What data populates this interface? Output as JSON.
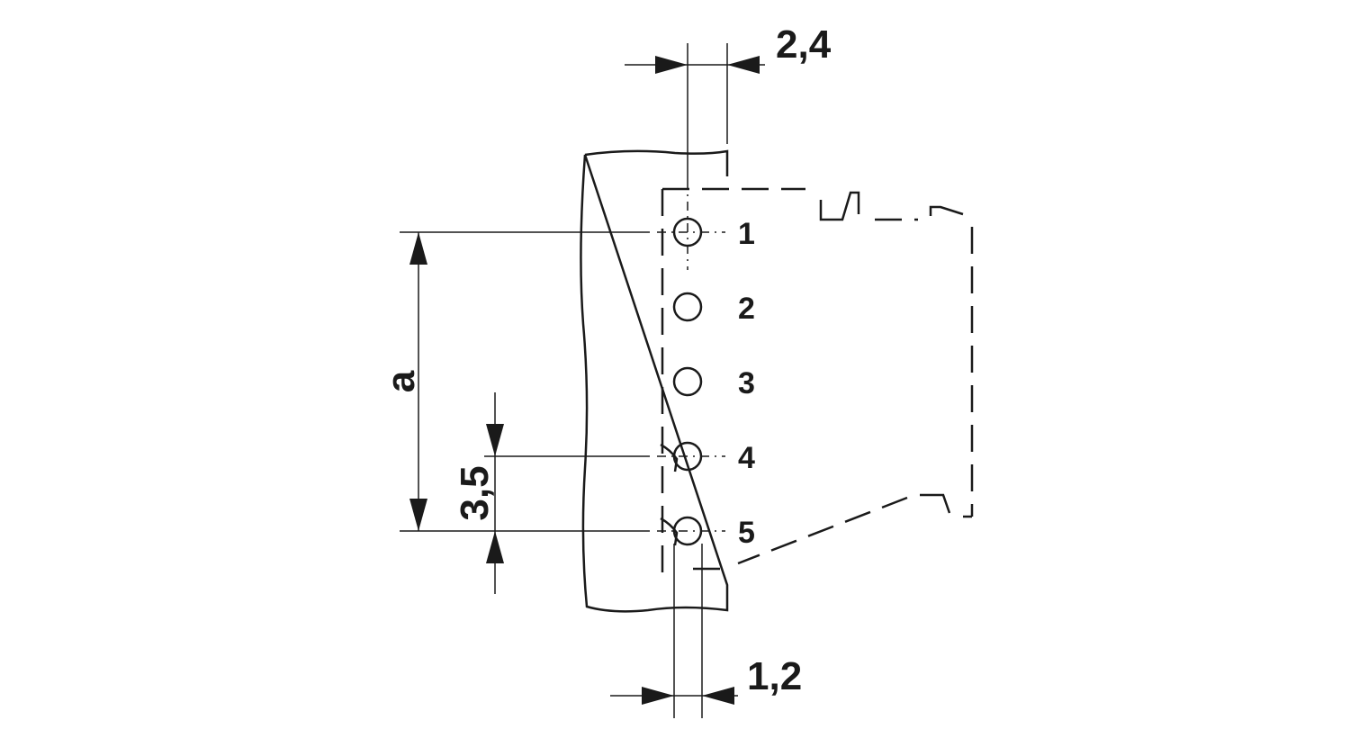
{
  "dimensions": {
    "top_width": "2,4",
    "pin_diameter": "1,2",
    "pitch": "3,5",
    "total": "a"
  },
  "pins": [
    {
      "label": "1"
    },
    {
      "label": "2"
    },
    {
      "label": "3"
    },
    {
      "label": "4"
    },
    {
      "label": "5"
    }
  ]
}
